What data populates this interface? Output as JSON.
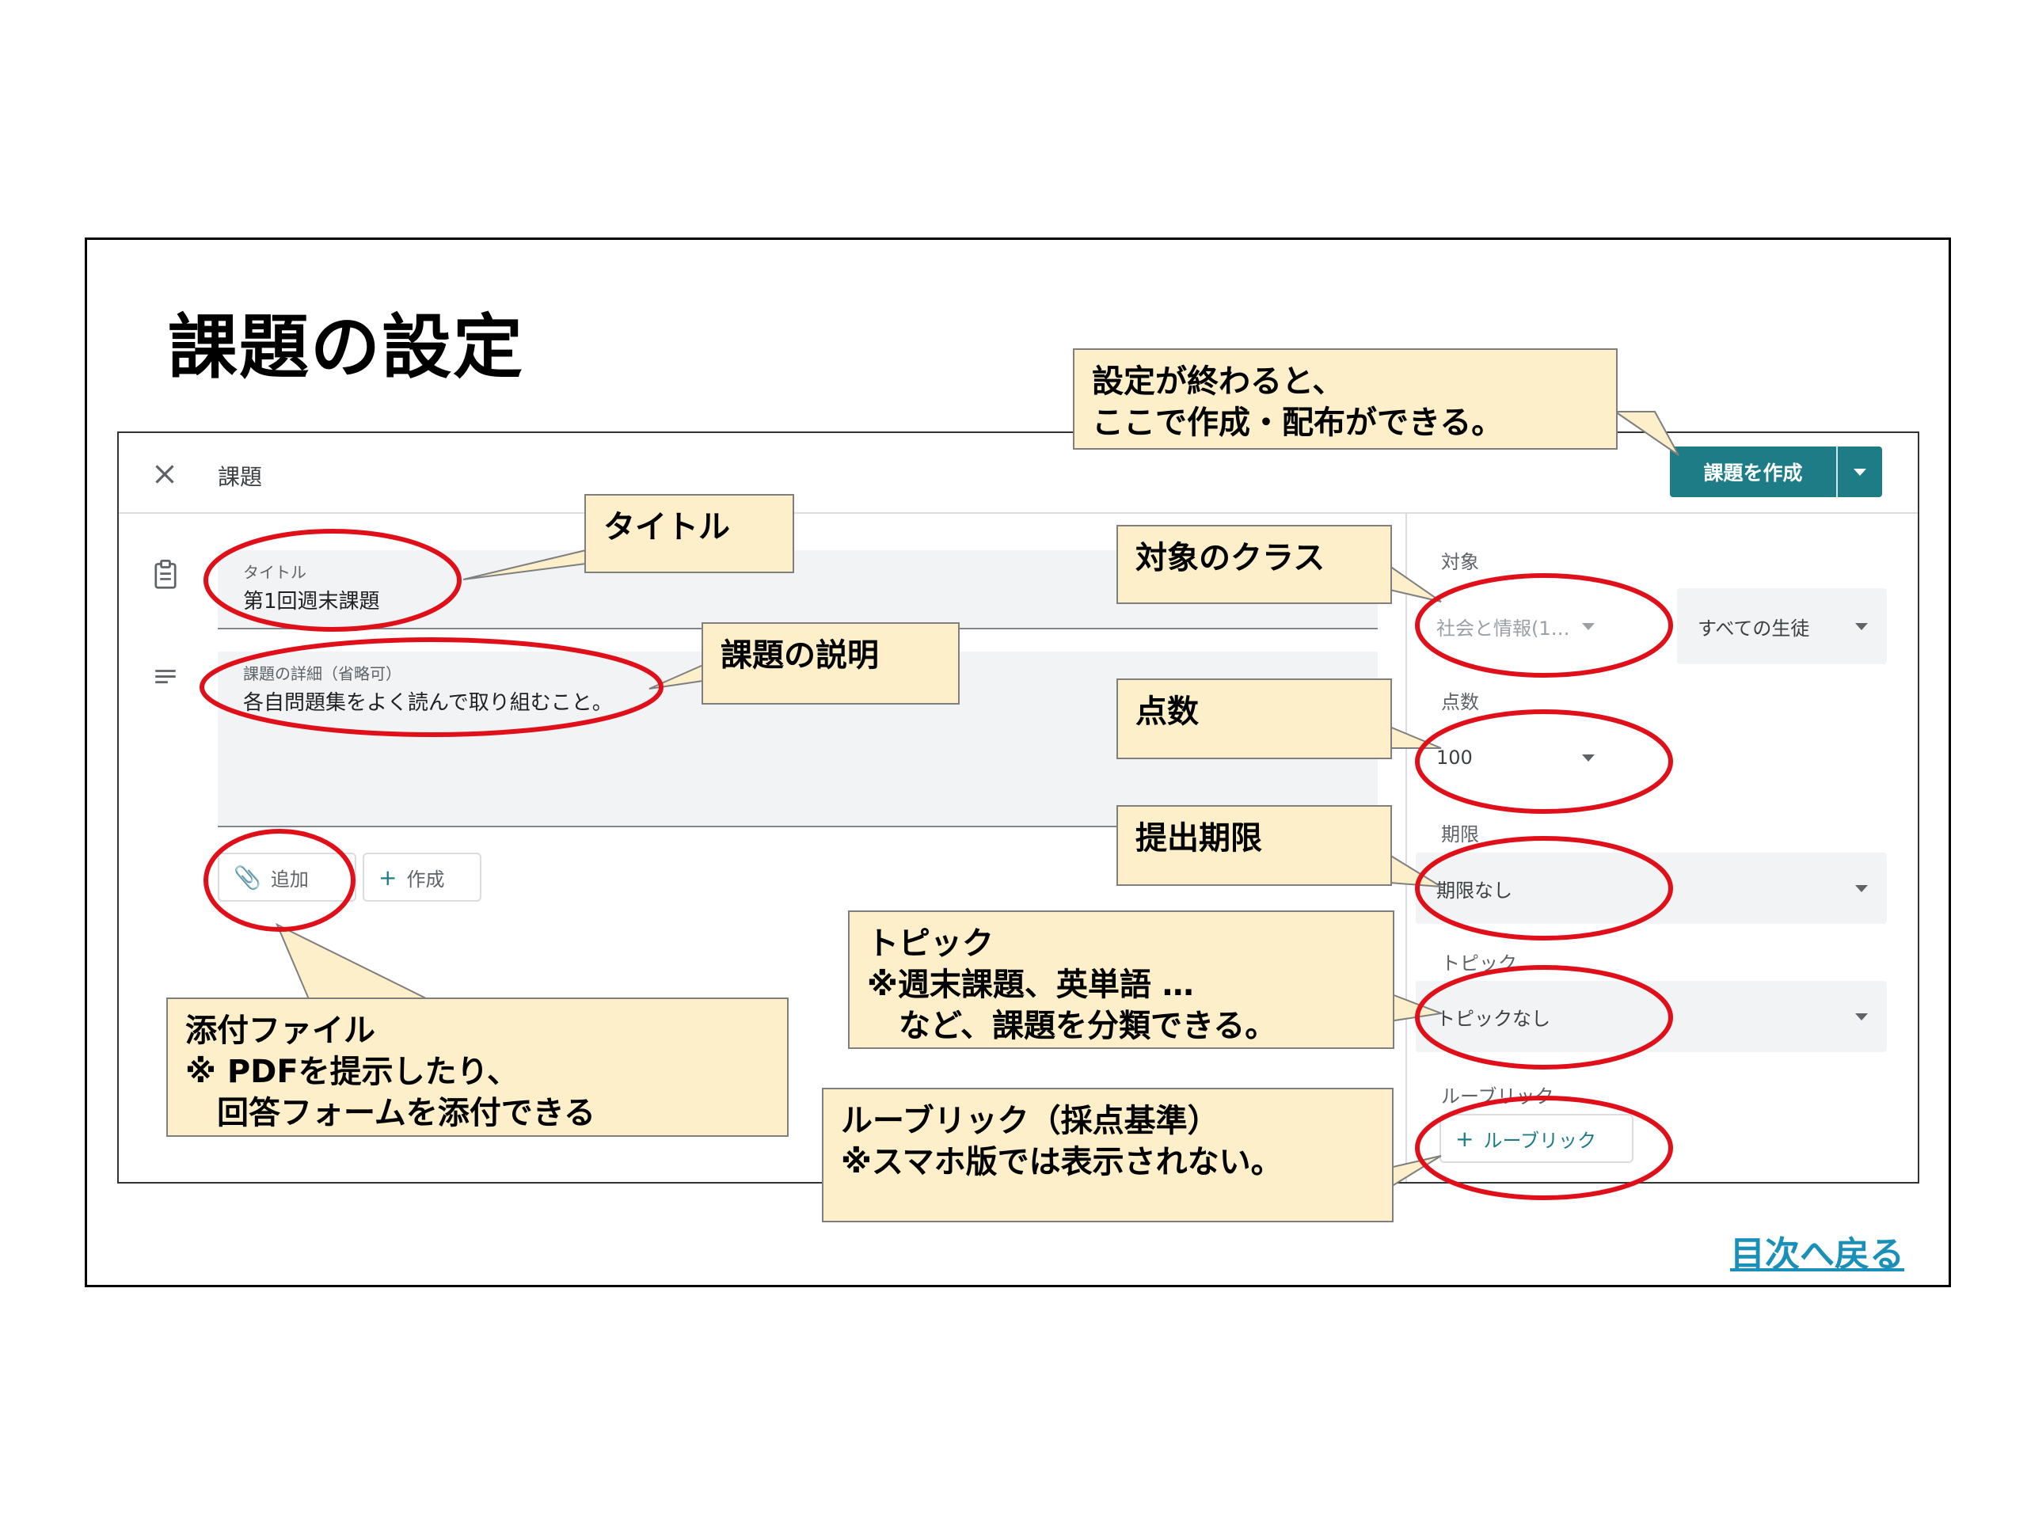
{
  "slide": {
    "title": "課題の設定",
    "back_link": "目次へ戻る"
  },
  "app": {
    "window_title": "課題",
    "create_button": "課題を作成",
    "title_field": {
      "label": "タイトル",
      "value": "第1回週末課題"
    },
    "details_field": {
      "label": "課題の詳細（省略可）",
      "value": "各自問題集をよく読んで取り組むこと。"
    },
    "add_button": "追加",
    "create_chip": "作成",
    "for_label": "対象",
    "class_select": "社会と情報(1…",
    "students_select": "すべての生徒",
    "points_label": "点数",
    "points_value": "100",
    "due_label": "期限",
    "due_value": "期限なし",
    "topic_label": "トピック",
    "topic_value": "トピックなし",
    "rubric_label": "ルーブリック",
    "rubric_button": "ルーブリック"
  },
  "callouts": {
    "create": "設定が終わると、\nここで作成・配布ができる。",
    "title": "タイトル",
    "description": "課題の説明",
    "attachment": "添付ファイル\n※ PDFを提示したり、\n　回答フォームを添付できる",
    "class": "対象のクラス",
    "points": "点数",
    "due": "提出期限",
    "topic": "トピック\n※週末課題、英単語 …\n　など、課題を分類できる。",
    "rubric": "ルーブリック（採点基準）\n※スマホ版では表示されない。"
  },
  "colors": {
    "accent": "#1e7c86",
    "callout_bg": "#fdefc9",
    "ellipse": "#e0101a",
    "link": "#1a8fb8"
  },
  "icons": [
    "close-icon",
    "clipboard-icon",
    "notes-icon",
    "paperclip-icon",
    "plus-icon",
    "dropdown-caret-icon"
  ]
}
